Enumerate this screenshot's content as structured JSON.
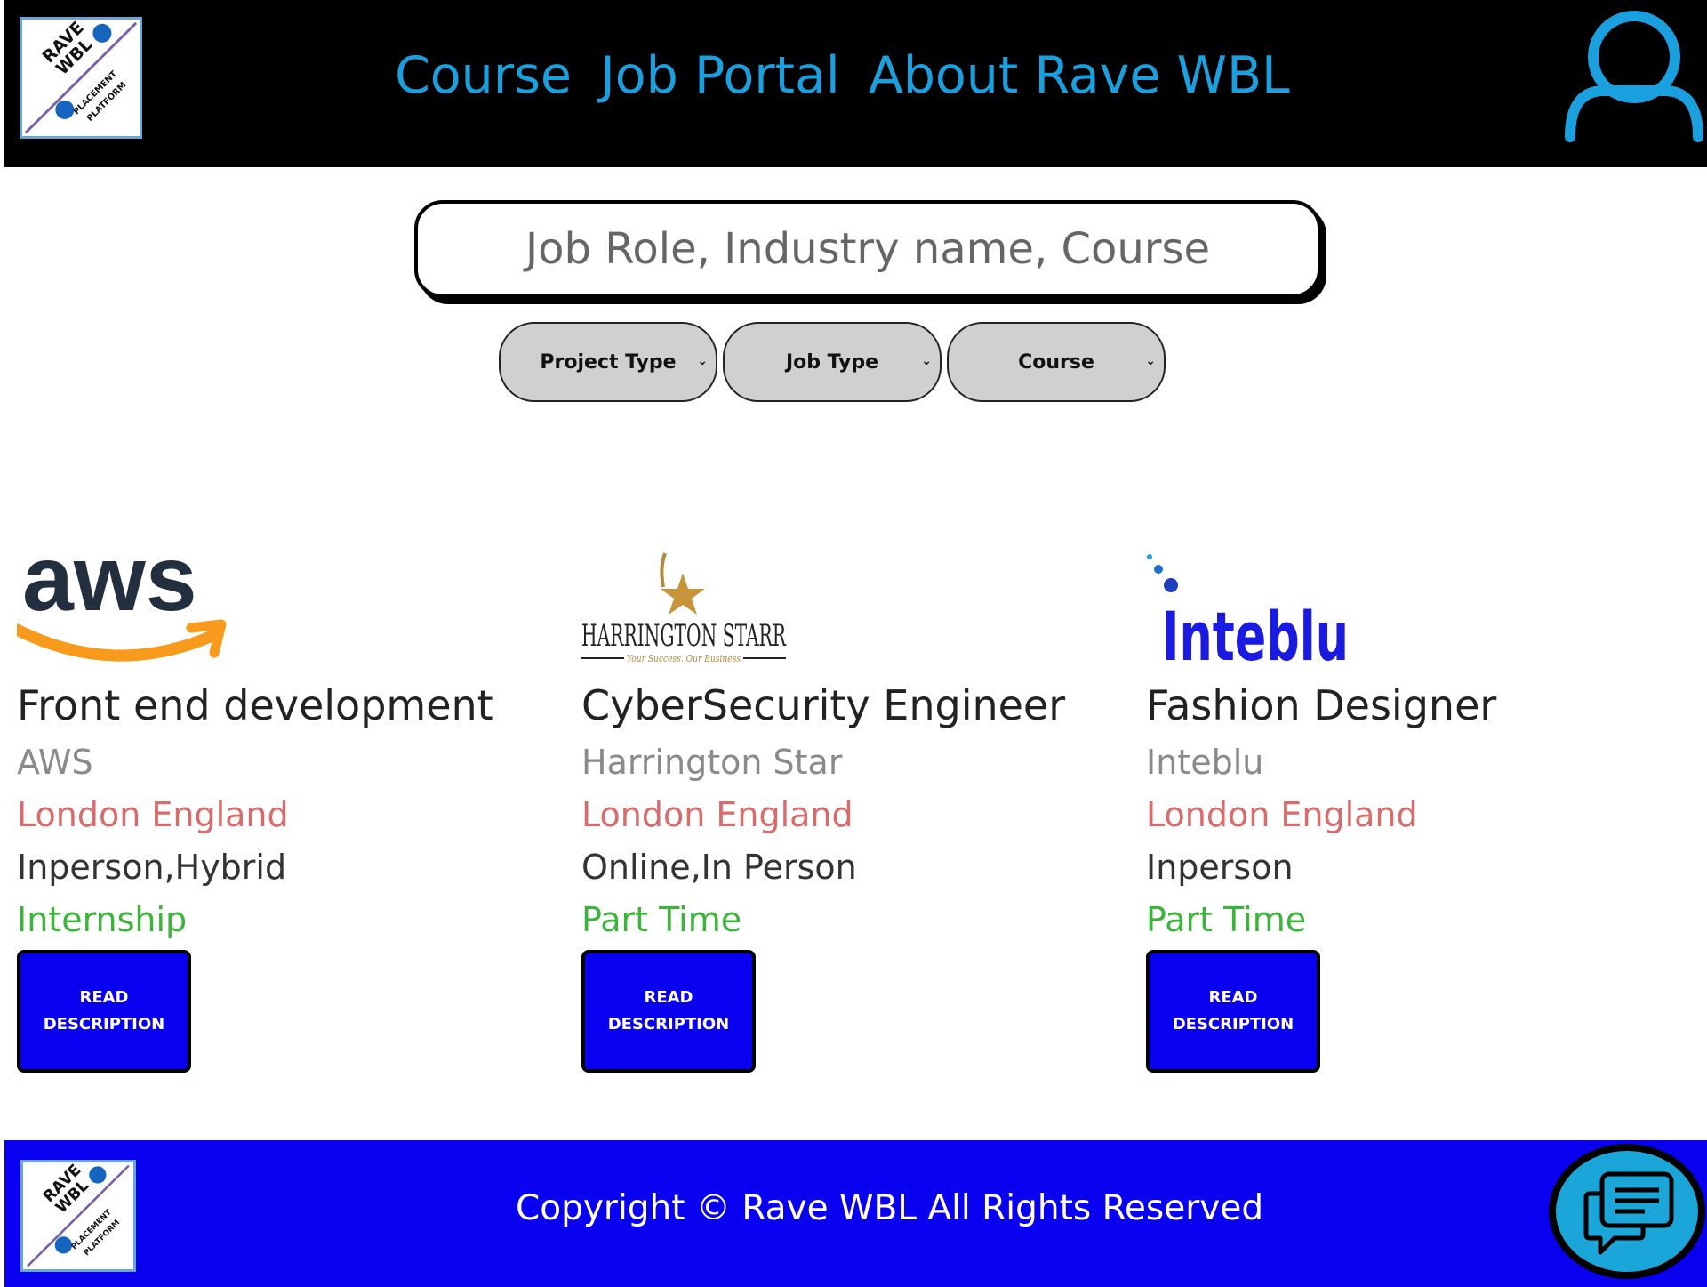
{
  "header": {
    "nav": [
      "Course",
      "Job Portal",
      "About Rave WBL"
    ],
    "logo_text": [
      "RAVE",
      "WBL",
      "PLACEMENT",
      "PLATFORM"
    ]
  },
  "search": {
    "placeholder": "Job Role, Industry name, Course"
  },
  "filters": [
    {
      "label": "Project Type",
      "icon": "chevron-down-icon"
    },
    {
      "label": "Job Type",
      "icon": "chevron-down-icon"
    },
    {
      "label": "Course",
      "icon": "chevron-down-icon"
    }
  ],
  "jobs": [
    {
      "logo": "aws-logo",
      "logo_text": "aws",
      "title": "Front end development",
      "company": "AWS",
      "location": "London England",
      "mode": "Inperson,Hybrid",
      "job_type": "Internship",
      "button": [
        "READ",
        "DESCRIPTION"
      ]
    },
    {
      "logo": "harrington-starr-logo",
      "logo_text": "HARRINGTON STARR",
      "logo_tagline": "Your Success. Our Business",
      "title": "CyberSecurity Engineer",
      "company": "Harrington Star",
      "location": "London England",
      "mode": "Online,In Person",
      "job_type": "Part Time",
      "button": [
        "READ",
        "DESCRIPTION"
      ]
    },
    {
      "logo": "inteblu-logo",
      "logo_text": "Inteblu",
      "title": "Fashion Designer",
      "company": "Inteblu",
      "location": "London England",
      "mode": "Inperson",
      "job_type": "Part Time",
      "button": [
        "READ",
        "DESCRIPTION"
      ]
    }
  ],
  "footer": {
    "copyright": "Copyright © Rave WBL All Rights Reserved",
    "chat_icon": "chat-icon"
  },
  "colors": {
    "header_bg": "#000000",
    "nav_text": "#1aa0df",
    "footer_bg": "#0a00f0",
    "button_bg": "#0a00f0",
    "location_text": "#d96b6b",
    "job_type_text": "#3cb43c"
  }
}
